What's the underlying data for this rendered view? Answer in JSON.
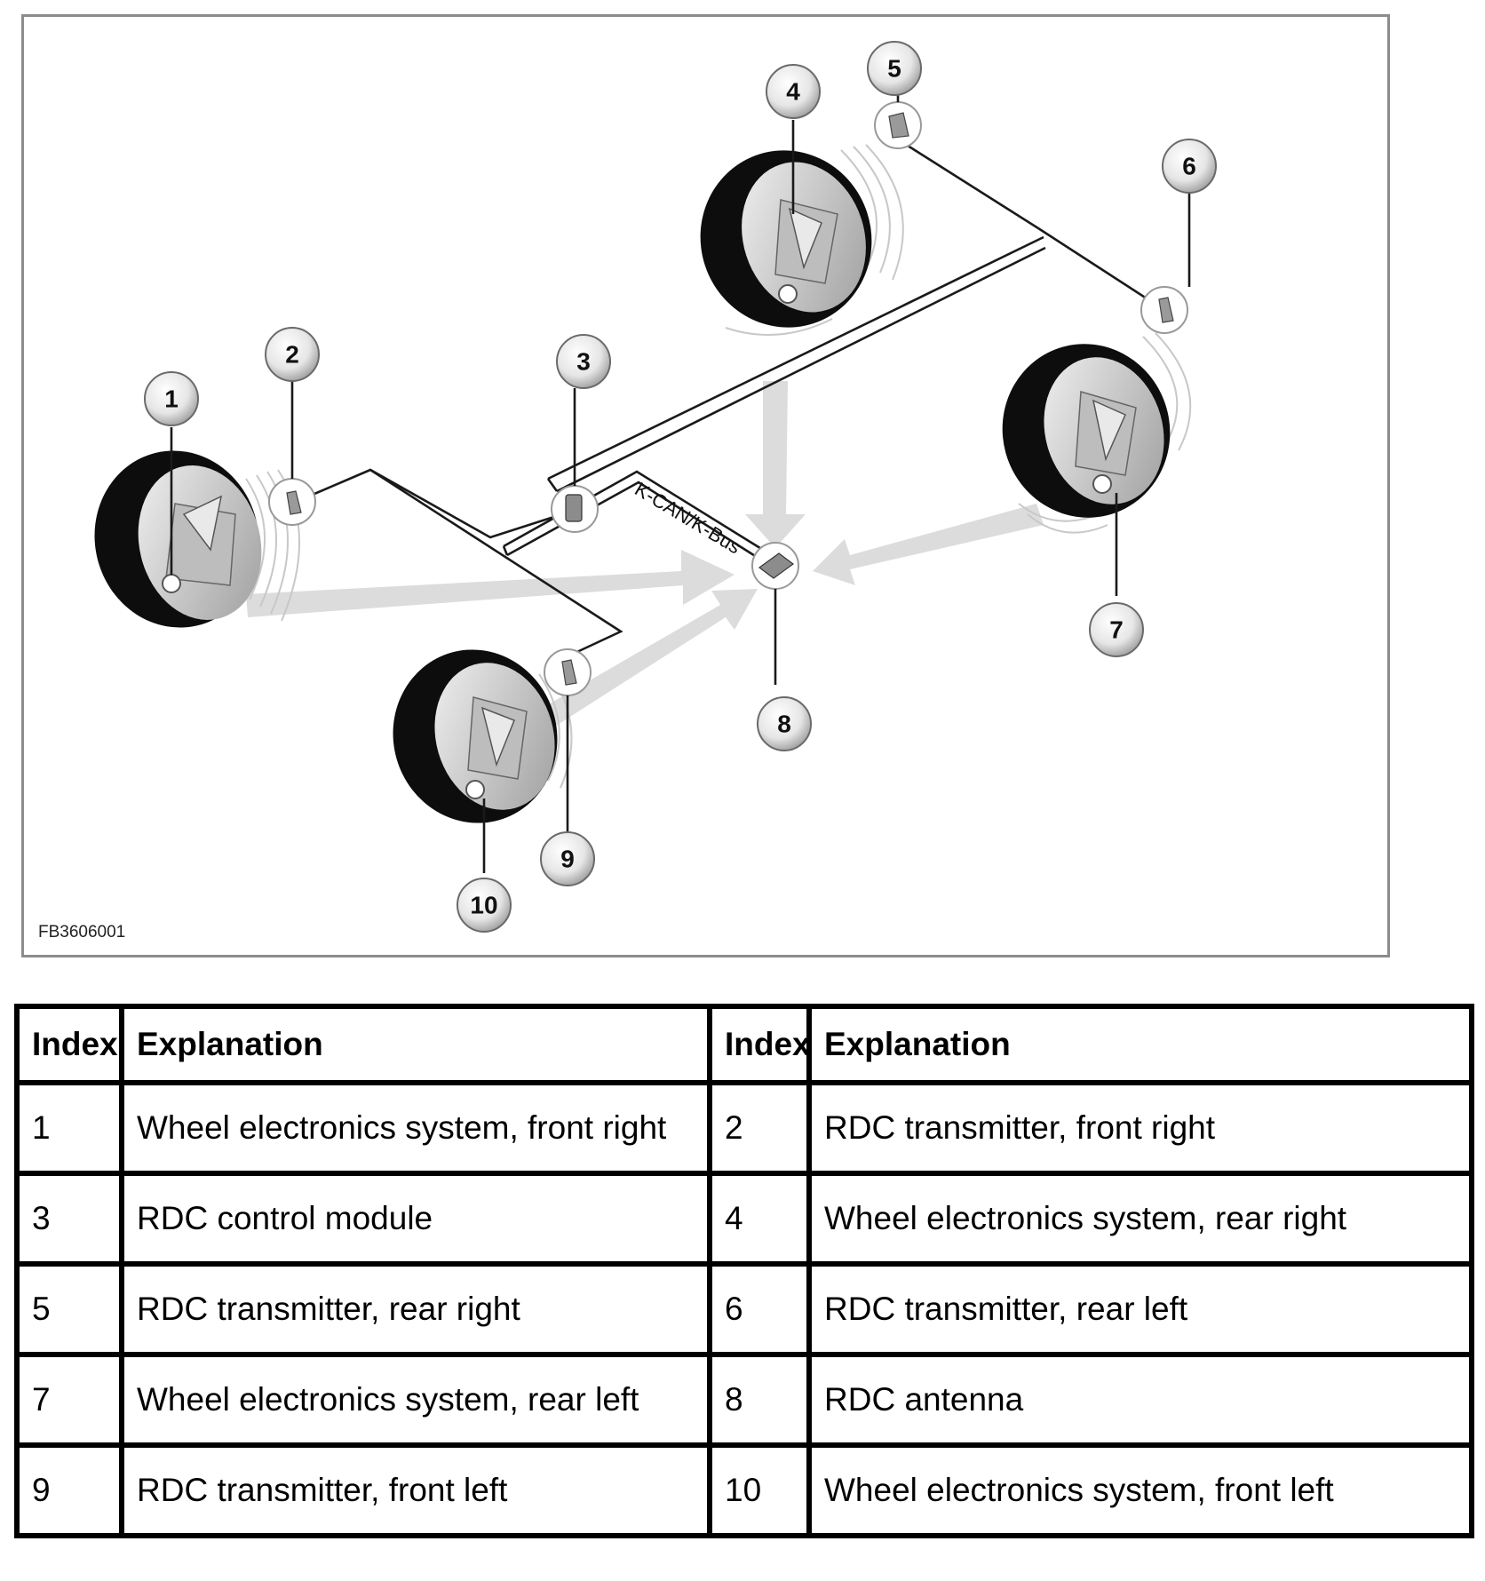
{
  "figure": {
    "code": "FB3606001",
    "bus_label": "K-CAN/K-Bus",
    "callouts": [
      "1",
      "2",
      "3",
      "4",
      "5",
      "6",
      "7",
      "8",
      "9",
      "10"
    ]
  },
  "legend": {
    "headers": [
      "Index",
      "Explanation",
      "Index",
      "Explanation"
    ],
    "rows": [
      {
        "i1": "1",
        "e1": "Wheel electronics system, front right",
        "i2": "2",
        "e2": "RDC transmitter, front right"
      },
      {
        "i1": "3",
        "e1": "RDC control module",
        "i2": "4",
        "e2": "Wheel electronics system, rear right"
      },
      {
        "i1": "5",
        "e1": "RDC transmitter, rear right",
        "i2": "6",
        "e2": "RDC transmitter, rear left"
      },
      {
        "i1": "7",
        "e1": "Wheel electronics system, rear left",
        "i2": "8",
        "e2": "RDC antenna"
      },
      {
        "i1": "9",
        "e1": "RDC transmitter, front left",
        "i2": "10",
        "e2": "Wheel electronics system, front left"
      }
    ]
  }
}
